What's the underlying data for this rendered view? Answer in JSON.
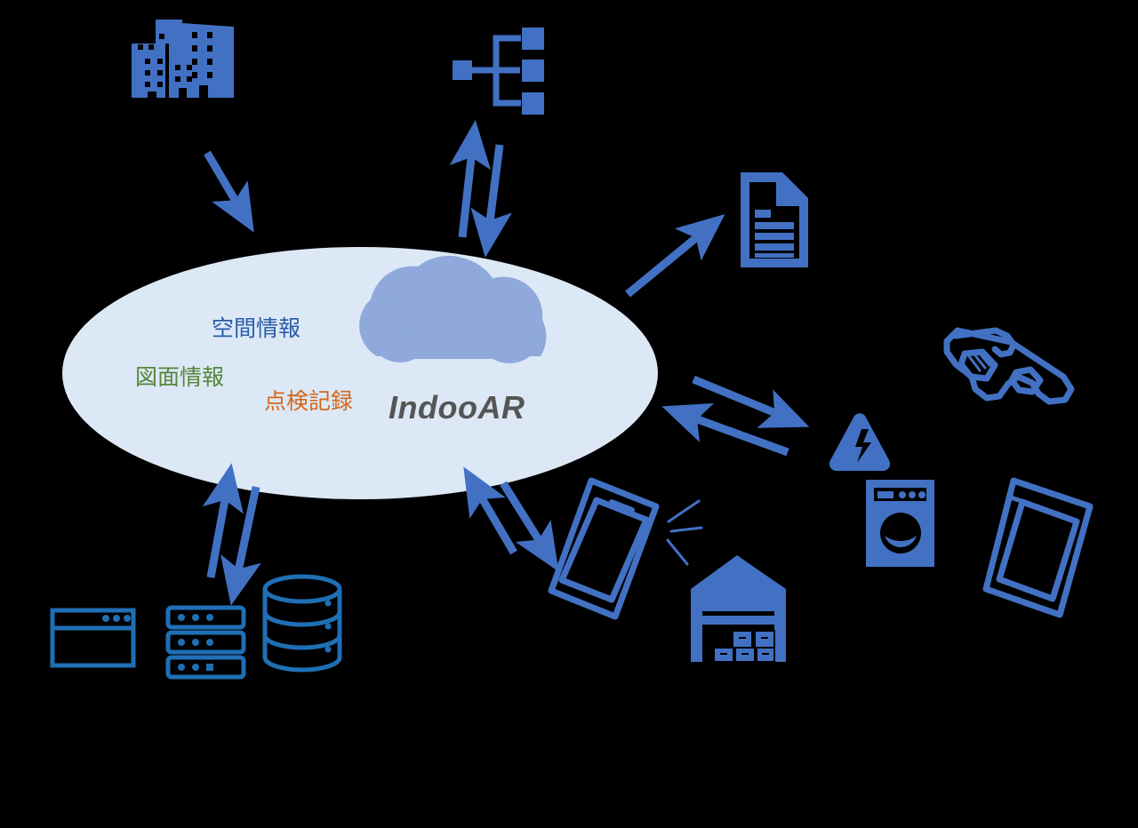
{
  "diagram": {
    "title": "IndooAR system concept diagram",
    "background_color": "#000000",
    "palette": {
      "primary_blue": "#4271c4",
      "cloud_blue": "#8fa9dd",
      "ellipse_fill": "#dce8f5",
      "outline_blue": "#1f6fb5",
      "text_blue": "#2a5caa",
      "text_green": "#55863a",
      "text_orange": "#d4661a",
      "brand_gray": "#555555"
    },
    "center": {
      "name": "platform-ellipse",
      "brand_label": "IndooAR",
      "labels": [
        {
          "id": "spatial",
          "text": "空間情報",
          "color": "#2a5caa"
        },
        {
          "id": "drawing",
          "text": "図面情報",
          "color": "#55863a"
        },
        {
          "id": "inspection",
          "text": "点検記録",
          "color": "#d4661a"
        }
      ],
      "cloud_icon": "cloud-icon"
    },
    "nodes": [
      {
        "id": "buildings",
        "icon": "buildings-icon",
        "label": "",
        "position": "top-left"
      },
      {
        "id": "network",
        "icon": "network-sitemap-icon",
        "label": "",
        "position": "top-center"
      },
      {
        "id": "document",
        "icon": "document-icon",
        "label": "",
        "position": "right-upper"
      },
      {
        "id": "ar-glasses",
        "icon": "ar-glasses-icon",
        "label": "",
        "position": "right"
      },
      {
        "id": "hazard",
        "icon": "electrical-hazard-icon",
        "label": "",
        "position": "right-center"
      },
      {
        "id": "appliance",
        "icon": "washing-machine-icon",
        "label": "",
        "position": "right-lower"
      },
      {
        "id": "tablet",
        "icon": "tablet-icon",
        "label": "",
        "position": "far-right-lower"
      },
      {
        "id": "smartphone",
        "icon": "smartphone-signal-icon",
        "label": "",
        "position": "bottom-center"
      },
      {
        "id": "warehouse",
        "icon": "warehouse-icon",
        "label": "",
        "position": "bottom-center-right"
      },
      {
        "id": "browser",
        "icon": "browser-window-icon",
        "label": "",
        "position": "bottom-left"
      },
      {
        "id": "server",
        "icon": "server-rack-icon",
        "label": "",
        "position": "bottom-left"
      },
      {
        "id": "database",
        "icon": "database-cylinder-icon",
        "label": "",
        "position": "bottom-left"
      }
    ],
    "connectors": [
      {
        "id": "buildings-to-platform",
        "direction": "one-way",
        "from": "buildings",
        "to": "platform-ellipse"
      },
      {
        "id": "network-platform",
        "direction": "two-way",
        "from": "network",
        "to": "platform-ellipse"
      },
      {
        "id": "platform-to-document",
        "direction": "one-way",
        "from": "platform-ellipse",
        "to": "document"
      },
      {
        "id": "platform-devices",
        "direction": "two-way",
        "from": "platform-ellipse",
        "to": "hazard"
      },
      {
        "id": "platform-smartphone",
        "direction": "two-way",
        "from": "platform-ellipse",
        "to": "smartphone"
      },
      {
        "id": "platform-storage",
        "direction": "two-way",
        "from": "platform-ellipse",
        "to": "server"
      }
    ]
  }
}
